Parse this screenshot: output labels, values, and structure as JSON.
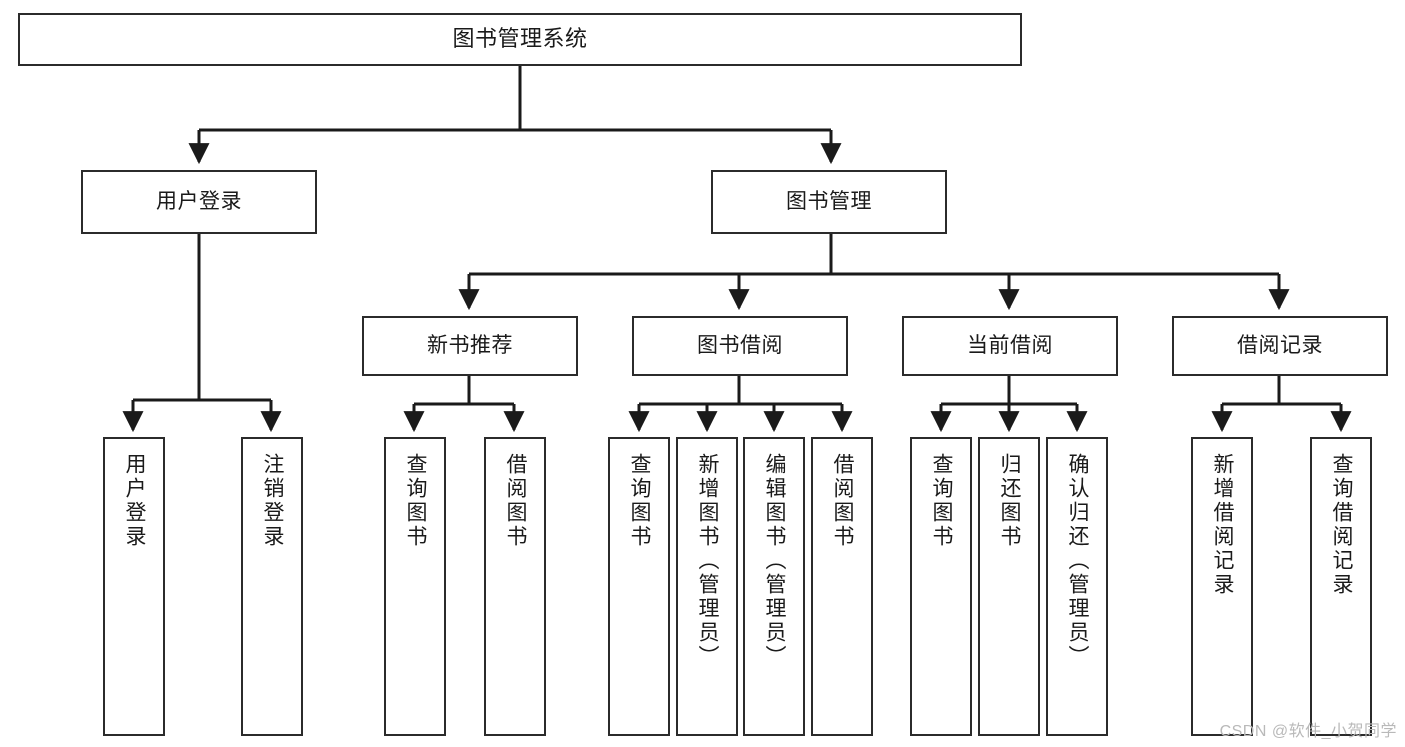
{
  "diagram": {
    "title": "图书管理系统",
    "watermark": "CSDN @软件_小贺同学",
    "colors": {
      "box_border": "#2b2b2b",
      "box_fill": "#ffffff",
      "edge": "#1a1a1a",
      "text": "#1a1a1a",
      "watermark": "#b9b9b9",
      "background": "#ffffff"
    },
    "nodes": {
      "root": "图书管理系统",
      "level2": [
        "用户登录",
        "图书管理"
      ],
      "level3": [
        "新书推荐",
        "图书借阅",
        "当前借阅",
        "借阅记录"
      ],
      "leaves_user_login": [
        "用户登录",
        "注销登录"
      ],
      "leaves_new_book": [
        "查询图书",
        "借阅图书"
      ],
      "leaves_borrow": [
        "查询图书",
        "新增图书（管理员）",
        "编辑图书（管理员）",
        "借阅图书"
      ],
      "leaves_current": [
        "查询图书",
        "归还图书",
        "确认归还（管理员）"
      ],
      "leaves_records": [
        "新增借阅记录",
        "查询借阅记录"
      ]
    }
  }
}
